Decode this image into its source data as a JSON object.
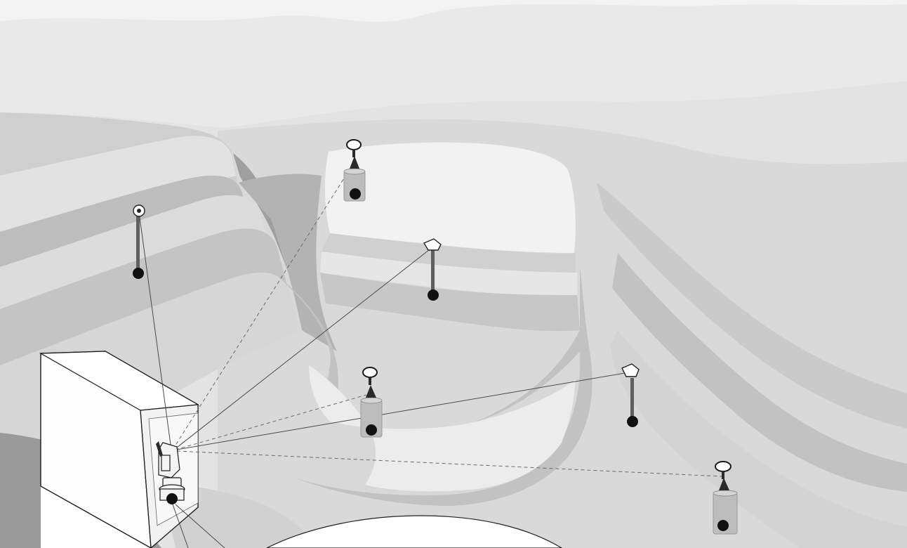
{
  "scene": {
    "colors": {
      "sky": "#efefef",
      "upper_ridge": "#e8e8e8",
      "terrain_light": "#e2e2e2",
      "terrain_mid": "#cfcfcf",
      "terrain_dark": "#b5b5b5",
      "pit_floor": "#efefef",
      "shed_front": "#ffffff",
      "shed_side": "#fafafa"
    },
    "targets": {
      "prisms": [
        "prism-left-upper",
        "prism-center",
        "prism-right"
      ],
      "gnss_receivers": [
        "gnss-top",
        "gnss-pit-floor",
        "gnss-right-lower"
      ]
    },
    "instrument": "robotic-total-station",
    "shelter": "instrument-shelter"
  }
}
